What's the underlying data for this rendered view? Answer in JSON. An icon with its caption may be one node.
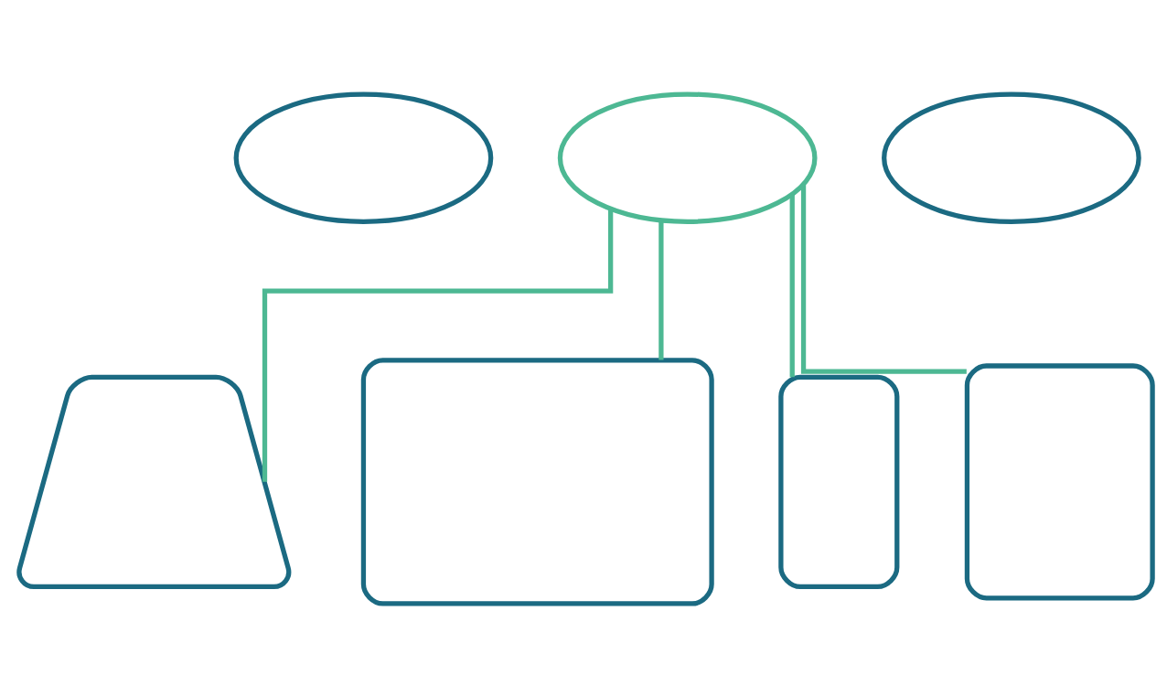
{
  "diagram": {
    "nodes": [
      {
        "text": [],
        "shape": "cloud"
      },
      {
        "text": [],
        "shape": "cloud"
      },
      {
        "text": [],
        "shape": "cloud"
      },
      {
        "text": [],
        "shape": "laptop"
      },
      {
        "text": [],
        "shape": "monitor"
      },
      {
        "text": [],
        "shape": "phone"
      },
      {
        "text": [],
        "shape": "tablet"
      }
    ],
    "edges": [
      {
        "from": 1,
        "to": 3,
        "arrow": "none"
      },
      {
        "from": 1,
        "to": 4,
        "arrow": "none"
      },
      {
        "from": 1,
        "to": 5,
        "arrow": "none"
      },
      {
        "from": 1,
        "to": 6,
        "arrow": "none"
      }
    ]
  }
}
